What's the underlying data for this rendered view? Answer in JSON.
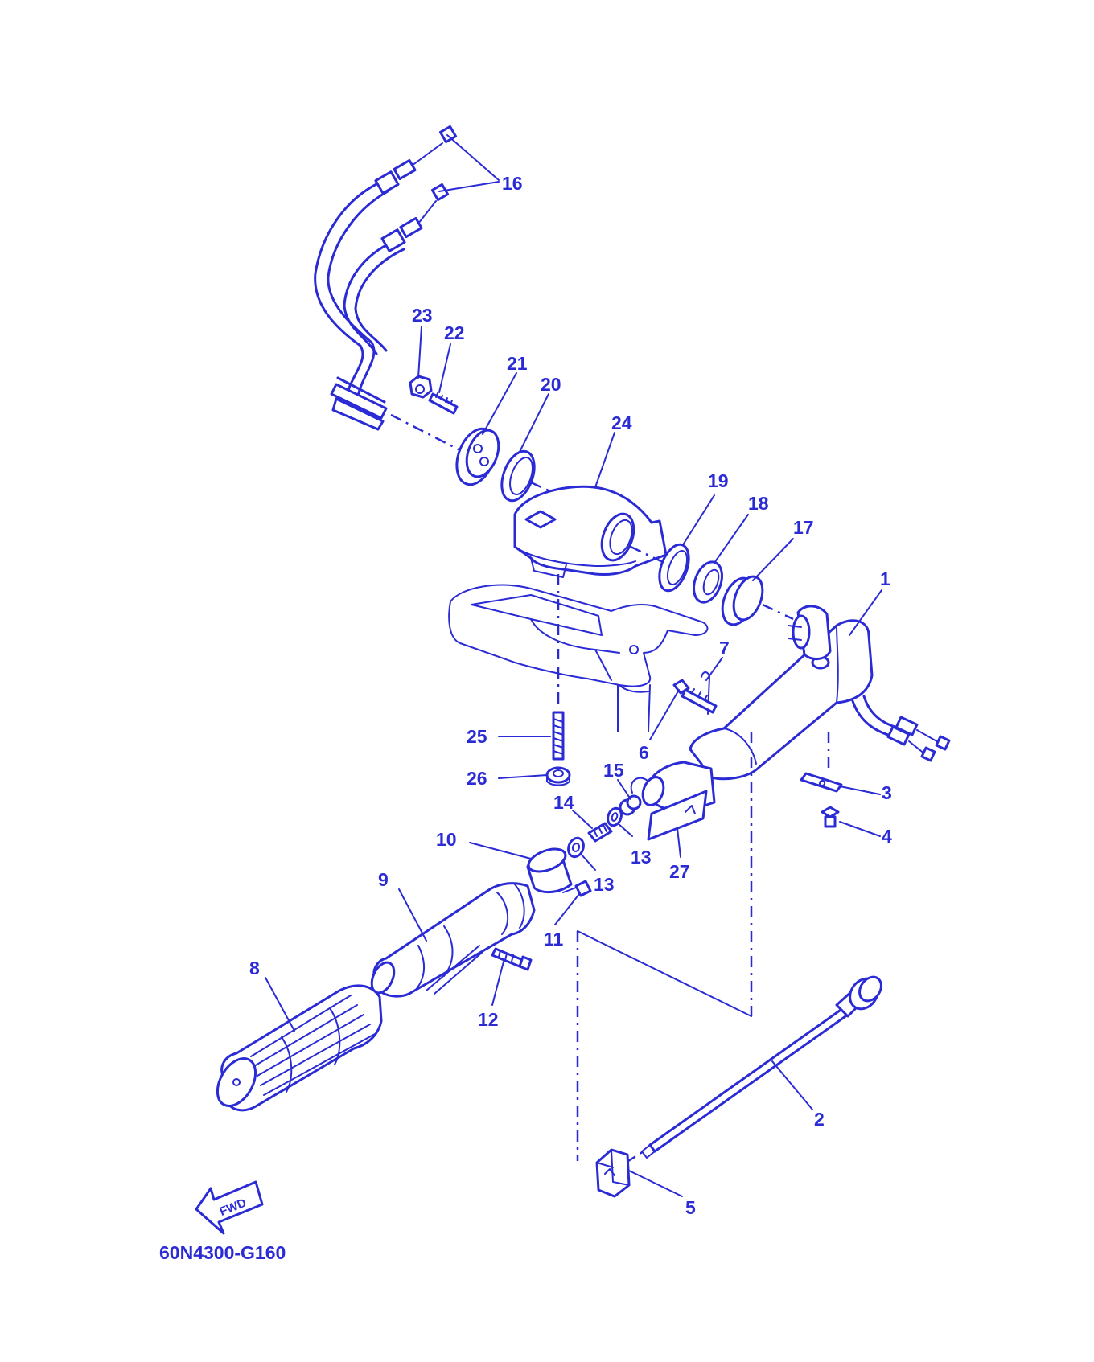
{
  "diagram": {
    "code": "60N4300-G160",
    "fwd_label": "FWD",
    "line_color": "#2b2bd6",
    "background": "#ffffff",
    "callouts": [
      {
        "id": "c1",
        "label": "1"
      },
      {
        "id": "c2",
        "label": "2"
      },
      {
        "id": "c3",
        "label": "3"
      },
      {
        "id": "c4",
        "label": "4"
      },
      {
        "id": "c5",
        "label": "5"
      },
      {
        "id": "c6",
        "label": "6"
      },
      {
        "id": "c7",
        "label": "7"
      },
      {
        "id": "c8",
        "label": "8"
      },
      {
        "id": "c9",
        "label": "9"
      },
      {
        "id": "c10",
        "label": "10"
      },
      {
        "id": "c11",
        "label": "11"
      },
      {
        "id": "c12",
        "label": "12"
      },
      {
        "id": "c13a",
        "label": "13"
      },
      {
        "id": "c13b",
        "label": "13"
      },
      {
        "id": "c14",
        "label": "14"
      },
      {
        "id": "c15",
        "label": "15"
      },
      {
        "id": "c16",
        "label": "16"
      },
      {
        "id": "c17",
        "label": "17"
      },
      {
        "id": "c18",
        "label": "18"
      },
      {
        "id": "c19",
        "label": "19"
      },
      {
        "id": "c20",
        "label": "20"
      },
      {
        "id": "c21",
        "label": "21"
      },
      {
        "id": "c22",
        "label": "22"
      },
      {
        "id": "c23",
        "label": "23"
      },
      {
        "id": "c24",
        "label": "24"
      },
      {
        "id": "c25",
        "label": "25"
      },
      {
        "id": "c26",
        "label": "26"
      },
      {
        "id": "c27",
        "label": "27"
      }
    ]
  }
}
